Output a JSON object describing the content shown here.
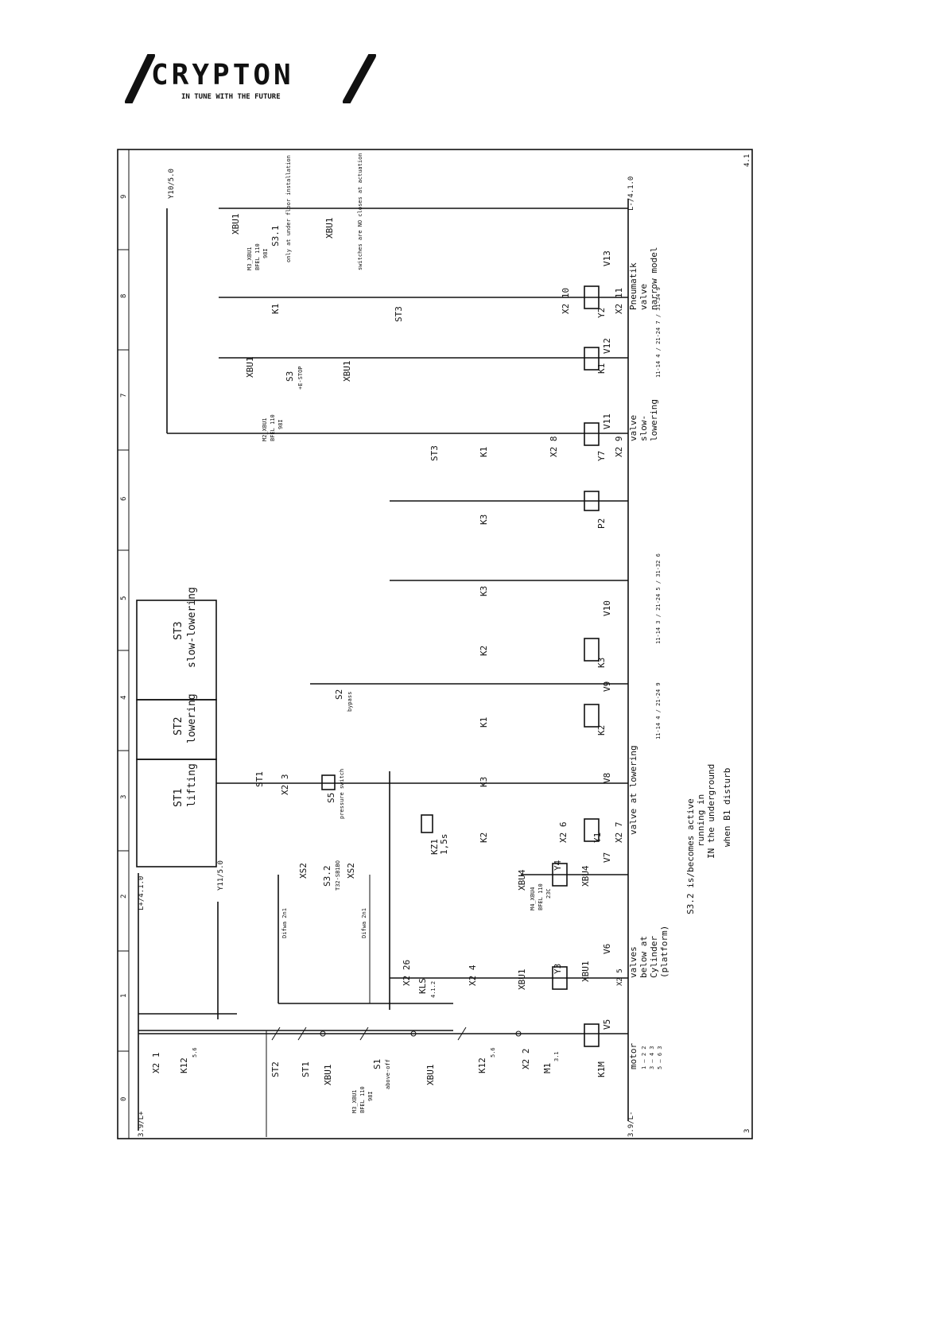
{
  "logo": {
    "brand": "CRYPTON",
    "tagline": "IN TUNE WITH THE FUTURE"
  },
  "sheet": {
    "page_left": "3",
    "page_right": "4.1",
    "columns": [
      "0",
      "1",
      "2",
      "3",
      "4",
      "5",
      "6",
      "7",
      "8",
      "9"
    ],
    "refs": {
      "l_plus_in": "3.9/L+",
      "l_plus_out": "L+/4.1.0",
      "y11": "Y11/5.0",
      "y10": "Y10/5.0",
      "l_minus_in": "3.9/L-",
      "l_minus_out": "L-/4.1.0"
    }
  },
  "labels": {
    "x21": "X2 1",
    "k12a": "K12",
    "k12a_ref": "5.6",
    "st2": "ST2",
    "st1": "ST1",
    "xbu1a": "XBU1",
    "s1": "S1",
    "s1_desc": "above-off",
    "xbu1b": "XBU1",
    "k12b": "K12",
    "k12b_ref": "5.6",
    "x22": "X2 2",
    "m1": "M1",
    "m1_ref": "3.1",
    "k1m": "K1M",
    "v5": "V5",
    "m3_a": "M3_XBU1",
    "m3_b": "BFEL 110",
    "m3_c": "98I",
    "kls": "KLS",
    "kls_ref": "4.1.2",
    "x24": "X2 4",
    "x226": "X2 26",
    "xbu1c": "XBU1",
    "xbu1d": "XBU1",
    "y3": "Y3",
    "v6": "V6",
    "x25": "X2 5",
    "xs2a": "XS2",
    "s32": "S3.2",
    "s32_desc": "T32-SB1BO",
    "xs2b": "XS2",
    "difwa1": "Difwa 2n1",
    "difwa2": "Difwa 2n1",
    "xbu4a": "XBU4",
    "xbu4b": "XBU4",
    "y4": "Y4",
    "v7": "V7",
    "m4_a": "M4_XBU4",
    "m4_b": "BFEL 110",
    "m4_c": "23C",
    "kz1": "KZ1",
    "kz1_t": "1,5s",
    "k2a": "K2",
    "x26": "X2 6",
    "y1": "Y1",
    "x27": "X2 7",
    "v8": "V8",
    "s5": "S5",
    "s5_desc": "pressure switch",
    "x23": "X2 3",
    "st1b": "ST1",
    "k3a": "K3",
    "k1a": "K1",
    "k2b": "K2",
    "v9": "V9",
    "s2": "S2",
    "s2_desc": "bypass",
    "k2c": "K2",
    "k3b": "K3",
    "v10": "V10",
    "k3c": "K3",
    "k3d": "K3",
    "p2": "P2",
    "st3b": "ST3",
    "k1b": "K1",
    "x28": "X2 8",
    "y7": "Y7",
    "x29": "X2 9",
    "v11": "V11",
    "xbu1e": "XBU1",
    "s3": "S3",
    "s3_desc": "+E-STOP",
    "xbu1f": "XBU1",
    "k1c": "K1",
    "v12": "V12",
    "m2_a": "M2_XBU1",
    "m2_b": "BFEL 110",
    "m2_c": "98I",
    "k1d": "K1",
    "st3c": "ST3",
    "x210": "X2 10",
    "y2": "Y2",
    "x211": "X2 11",
    "v13": "V13",
    "xbu1g": "XBU1",
    "s31": "S3.1",
    "s31_desc": "only at under floor installation",
    "xbu1h": "XBU1",
    "m5_a": "M3_XBU1",
    "m5_b": "BFEL 110",
    "m5_c": "98I",
    "sw_note": "switches are NO closes at actuation",
    "st1_box": "ST1",
    "st1_box_desc": "lifting",
    "st2_box": "ST2",
    "st2_box_desc": "lowering",
    "st3_box": "ST3",
    "st3_box_desc": "slow-lowering",
    "k2_xref": "11-14 4 / 21-24 9",
    "k3_xref": "11-14 3 / 21-24 5 / 31-32 6",
    "k1_xref": "11-14 4 / 21-24 7 / 31-34 9"
  },
  "notes": {
    "motor": [
      "motor",
      "1 — 2 2",
      "3 — 4 3",
      "5 — 6 3"
    ],
    "valves_below": [
      "valves",
      "below at",
      "Cylinder",
      "(platform)"
    ],
    "valve_lowering": "valve at lowering",
    "valve_slow": [
      "valve",
      "slow-",
      "lowering"
    ],
    "pneumatik": [
      "Pneumatik",
      "valve",
      "narrow model"
    ],
    "s32_note": [
      "S3.2  is/becomes active",
      "running in",
      "IN the underground",
      "when B1 disturb"
    ]
  }
}
